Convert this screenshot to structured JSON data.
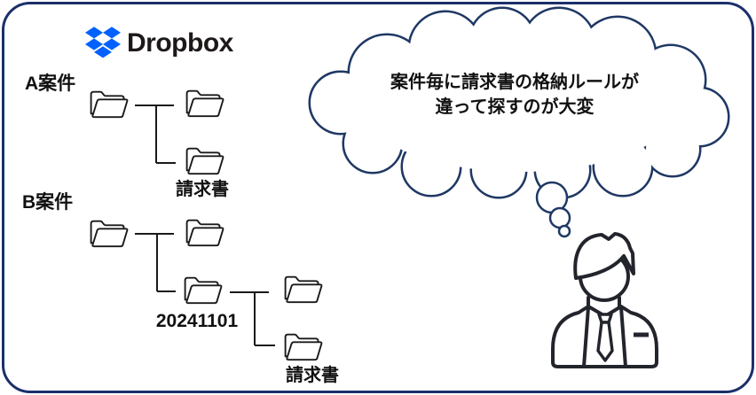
{
  "colors": {
    "frame-navy": "#1b2f6b",
    "cloud-navy": "#1f3864",
    "line-black": "#1a1a1a",
    "dropbox-blue": "#0061ff",
    "logo-text": "#1e1919",
    "person-dark": "#23252d",
    "text-dark": "#111111"
  },
  "logo": {
    "label": "Dropbox"
  },
  "tree_a": {
    "case_label": "A案件",
    "invoice_label": "請求書"
  },
  "tree_b": {
    "case_label": "B案件",
    "date_label": "20241101",
    "invoice_label": "請求書"
  },
  "cloud": {
    "line1": "案件毎に請求書の格納ルールが",
    "line2": "違って探すのが大変"
  }
}
